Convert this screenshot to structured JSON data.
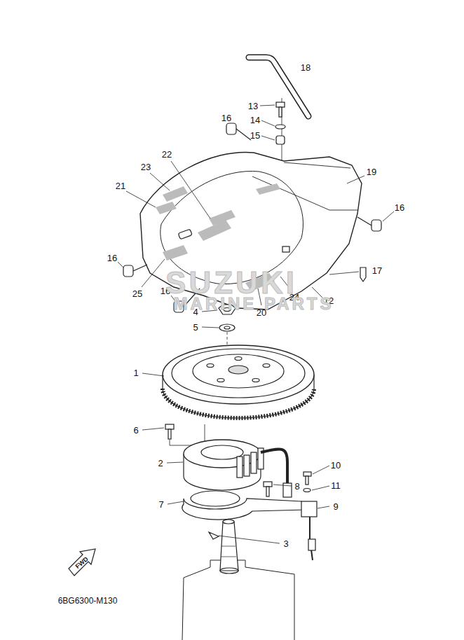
{
  "diagram": {
    "labels": [
      "18",
      "13",
      "14",
      "16",
      "15",
      "22",
      "23",
      "19",
      "21",
      "16",
      "17",
      "16",
      "16",
      "12",
      "25",
      "4",
      "20",
      "24",
      "5",
      "1",
      "6",
      "2",
      "10",
      "8",
      "11",
      "9",
      "7",
      "3",
      "FWD",
      "6BG6300-M130",
      "SUZUKI",
      "MARINE PARTS"
    ]
  }
}
